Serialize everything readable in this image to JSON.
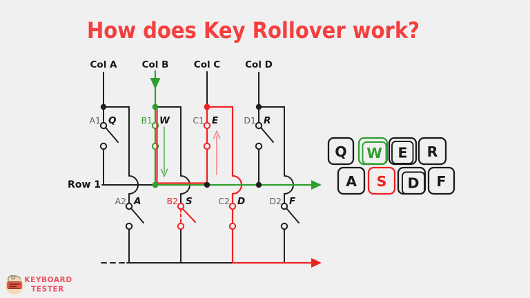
{
  "title": "How does Key Rollover work?",
  "colors": {
    "background": "#f0f0f0",
    "title_red": "#f53e3e",
    "circuit_black": "#1f1f1f",
    "active_green": "#2f9e2f",
    "ghost_red": "#ee2222",
    "label_gray": "#5f5f5f",
    "logo_pink": "#ee4f62",
    "logo_circle_peach": "#f8d8bb"
  },
  "circuit": {
    "row_label": "Row 1",
    "columns": [
      {
        "label": "Col A",
        "top_switch": {
          "id": "A1",
          "key": "Q",
          "state": "open"
        },
        "bottom_switch": {
          "id": "A2",
          "key": "A",
          "state": "open"
        }
      },
      {
        "label": "Col B",
        "top_switch": {
          "id": "B1",
          "key": "W",
          "state": "closed"
        },
        "bottom_switch": {
          "id": "B2",
          "key": "S",
          "state": "ghost"
        }
      },
      {
        "label": "Col C",
        "top_switch": {
          "id": "C1",
          "key": "E",
          "state": "closed"
        },
        "bottom_switch": {
          "id": "C2",
          "key": "D",
          "state": "closed"
        }
      },
      {
        "label": "Col D",
        "top_switch": {
          "id": "D1",
          "key": "R",
          "state": "open"
        },
        "bottom_switch": {
          "id": "D2",
          "key": "F",
          "state": "open"
        }
      }
    ]
  },
  "keyboard": {
    "rows": [
      [
        {
          "label": "Q",
          "state": "idle"
        },
        {
          "label": "W",
          "state": "pressed-detected"
        },
        {
          "label": "E",
          "state": "pressed"
        },
        {
          "label": "R",
          "state": "idle"
        }
      ],
      [
        {
          "label": "A",
          "state": "idle"
        },
        {
          "label": "S",
          "state": "ghost"
        },
        {
          "label": "D",
          "state": "pressed"
        },
        {
          "label": "F",
          "state": "idle"
        }
      ]
    ]
  },
  "logo": {
    "line1": "KEYBOARD",
    "line2": "TESTER"
  }
}
